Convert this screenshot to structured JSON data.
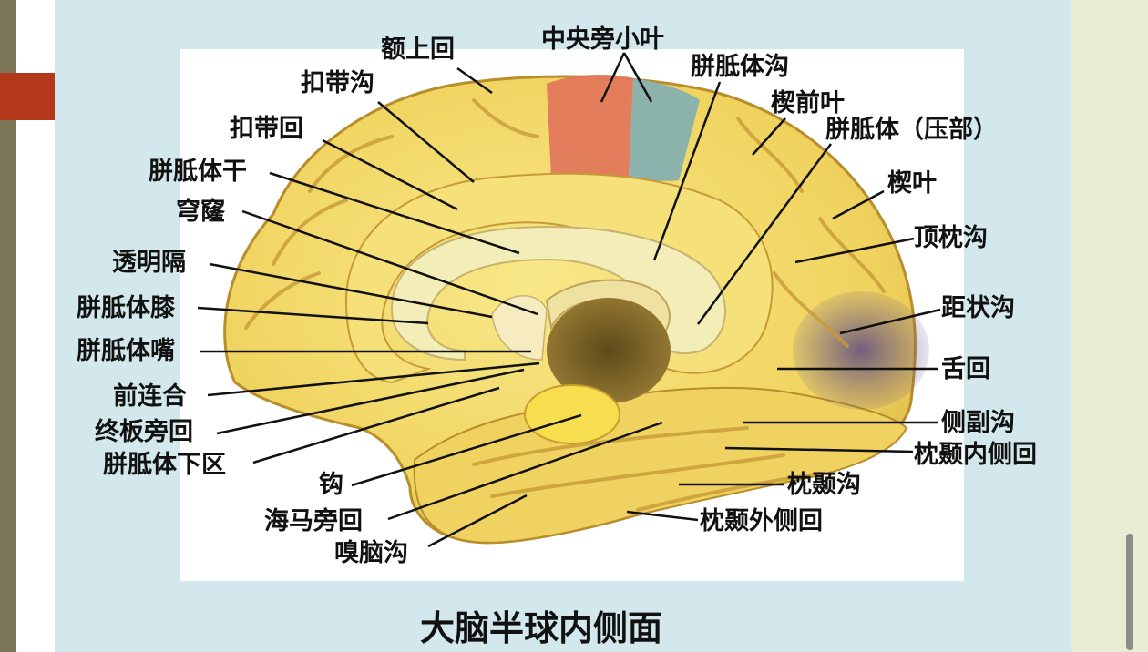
{
  "caption": "大脑半球内侧面",
  "labels": {
    "superior_frontal_gyrus": "额上回",
    "paracentral_lobule": "中央旁小叶",
    "callosal_sulcus": "胼胝体沟",
    "cingulate_sulcus": "扣带沟",
    "precuneus": "楔前叶",
    "splenium": "胼胝体（压部）",
    "cingulate_gyrus": "扣带回",
    "corpus_callosum_trunk": "胼胝体干",
    "cuneus": "楔叶",
    "fornix": "穹窿",
    "parieto_occipital_sulcus": "顶枕沟",
    "septum_pellucidum": "透明隔",
    "calcarine_sulcus": "距状沟",
    "genu": "胼胝体膝",
    "rostrum": "胼胝体嘴",
    "lingual_gyrus": "舌回",
    "anterior_commissure": "前连合",
    "paraterminal_gyrus": "终板旁回",
    "collateral_sulcus": "侧副沟",
    "subcallosal_area": "胼胝体下区",
    "medial_occipitotemporal_gyrus": "枕颞内侧回",
    "uncus": "钩",
    "occipitotemporal_sulcus": "枕颞沟",
    "parahippocampal_gyrus": "海马旁回",
    "lateral_occipitotemporal_gyrus": "枕颞外侧回",
    "rhinal_sulcus": "嗅脑沟"
  },
  "colors": {
    "brain_base": "#f2d765",
    "gyrus_highlight": "#f7e58a",
    "sulcus_shadow": "#c79a36",
    "corpus_callosum": "#f3edb7",
    "paracentral_red": "#e2785c",
    "paracentral_blue": "#86b0b0",
    "calcarine_purple": "#6a558a",
    "accent_red": "#b3381c"
  }
}
